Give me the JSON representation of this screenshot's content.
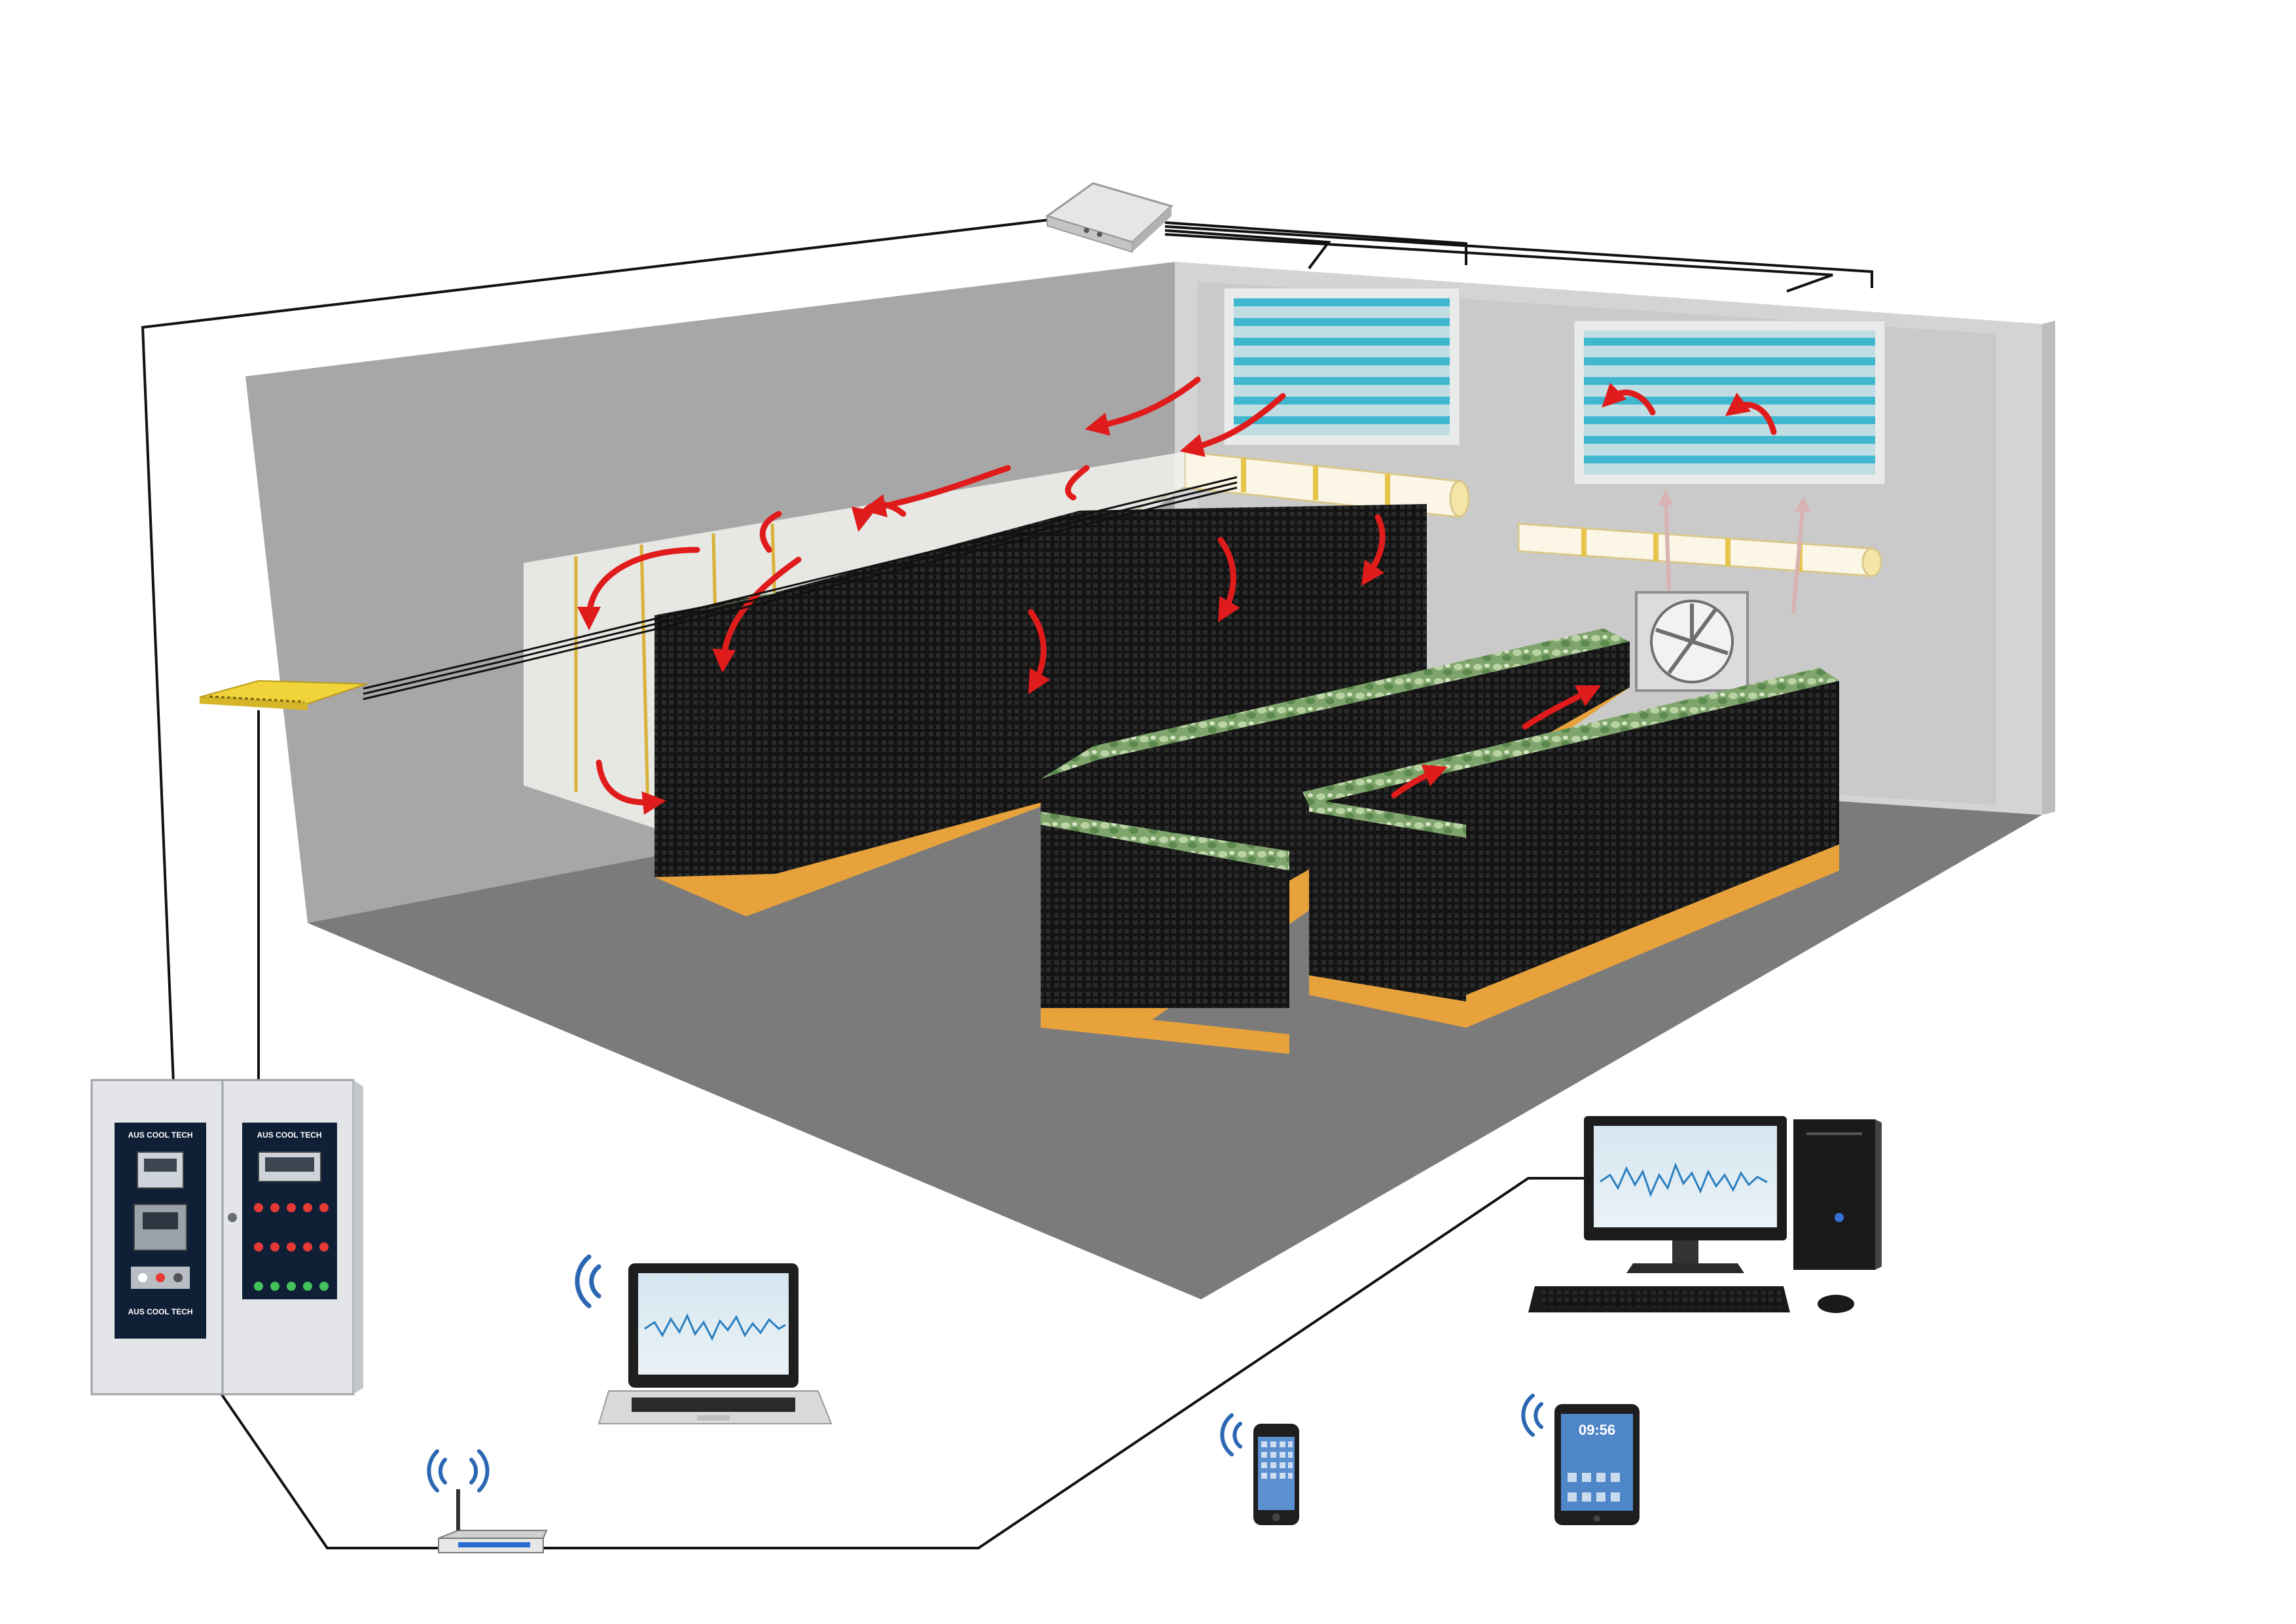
{
  "control_panel": {
    "brand_top_left": "AUS COOL TECH",
    "brand_top_right": "AUS COOL TECH",
    "brand_bottom_left": "AUS COOL TECH"
  },
  "tablet": {
    "time": "09:56"
  },
  "colors": {
    "wall": "#a7a7a7",
    "floor": "#7b7b7b",
    "back_wall": "#d4d4d4",
    "airflow_arrow": "#e01b1b",
    "rack_blue": "#3fb8cf",
    "pallet": "#e8a23b",
    "crate": "#121212",
    "produce": "#7fa56c",
    "cable": "#111111",
    "wifi": "#2b67b2",
    "panel": "#e3e5e8",
    "switch_yellow": "#f0d43a"
  },
  "icons": [
    "network-switch-icon",
    "ethernet-hub-icon",
    "wifi-router-icon",
    "laptop-icon",
    "desktop-computer-icon",
    "smartphone-icon",
    "tablet-icon",
    "wifi-signal-icon",
    "exhaust-fan-icon",
    "evaporator-coil-icon"
  ]
}
